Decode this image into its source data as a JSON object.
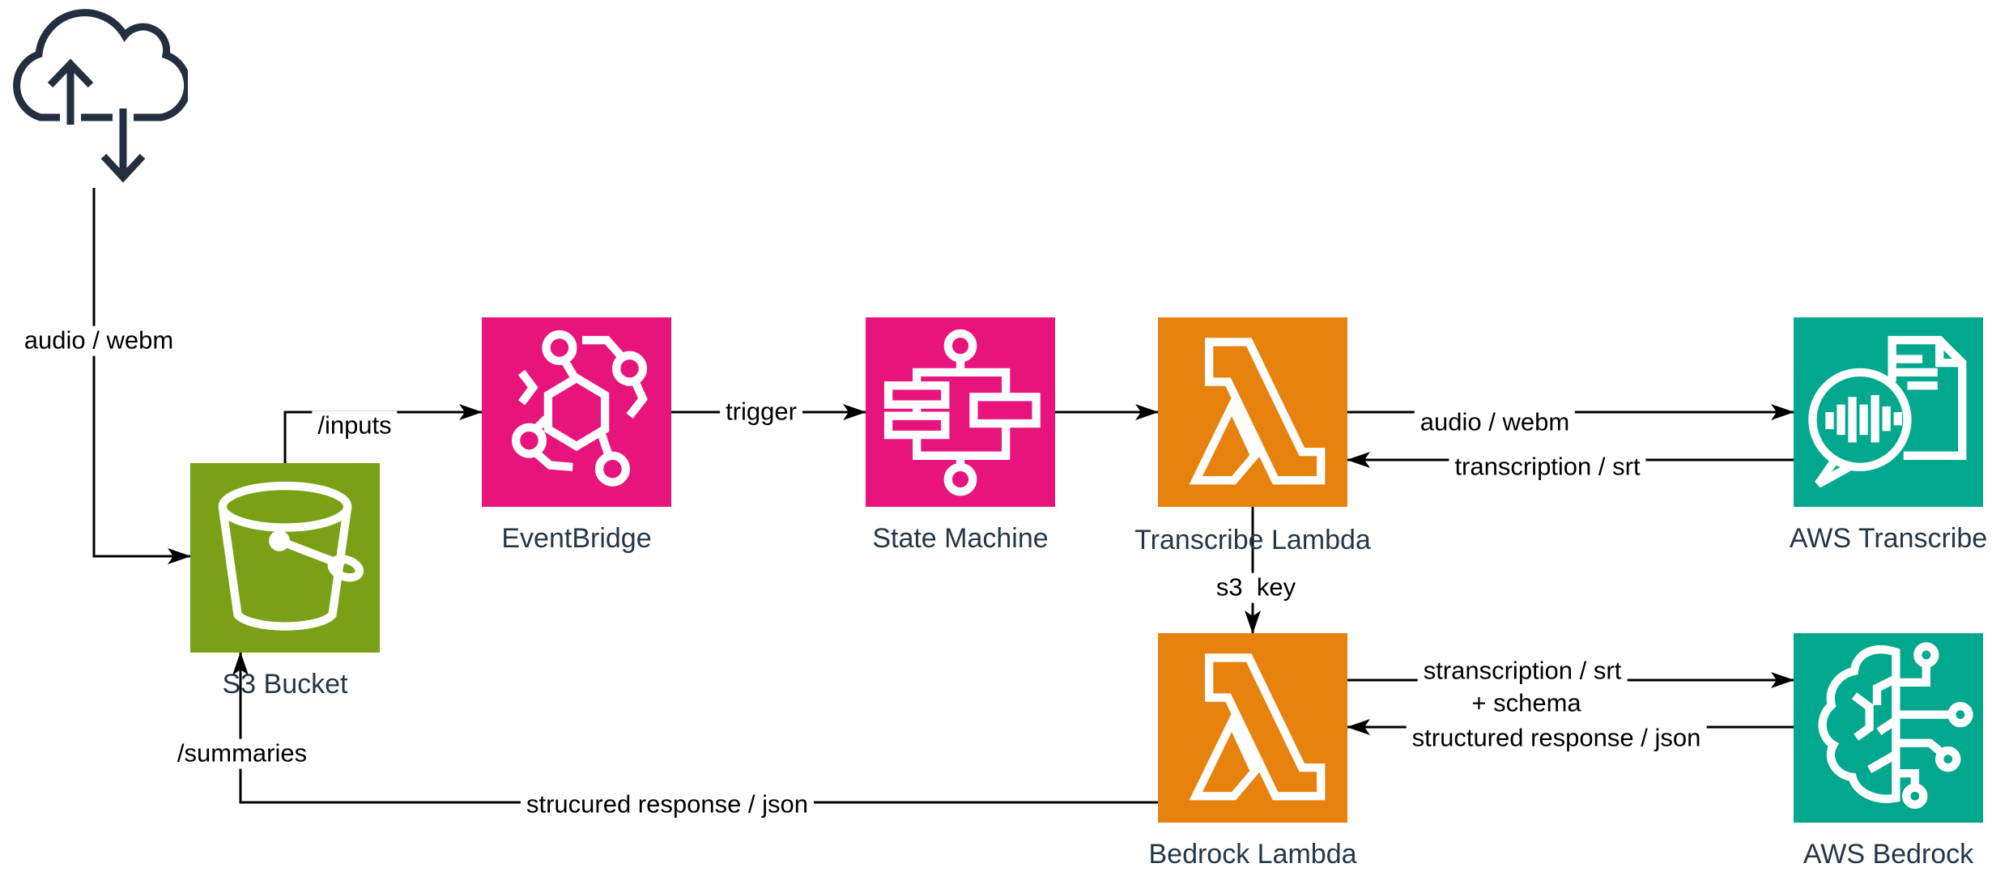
{
  "diagram": {
    "background_color": "#ffffff",
    "line_color": "#000000",
    "node_label_color": "#253746",
    "edge_label_color": "#000000",
    "nodes": {
      "cloud": {
        "icon": "cloud-upload-download-icon",
        "color": "#232F3E"
      },
      "s3": {
        "label": "S3 Bucket",
        "color": "#7AA116",
        "icon": "s3-bucket-icon"
      },
      "eventbridge": {
        "label": "EventBridge",
        "color": "#E7157B",
        "icon": "eventbridge-icon"
      },
      "state_machine": {
        "label": "State Machine",
        "color": "#E7157B",
        "icon": "state-machine-icon"
      },
      "transcribe_lambda": {
        "label": "Transcribe Lambda",
        "color": "#E8820E",
        "icon": "lambda-icon"
      },
      "aws_transcribe": {
        "label": "AWS Transcribe",
        "color": "#01A88D",
        "icon": "transcribe-speech-icon"
      },
      "bedrock_lambda": {
        "label": "Bedrock Lambda",
        "color": "#E8820E",
        "icon": "lambda-icon"
      },
      "aws_bedrock": {
        "label": "AWS Bedrock",
        "color": "#01A88D",
        "icon": "bedrock-brain-circuit-icon"
      }
    },
    "edges": {
      "cloud_to_s3": {
        "label": "audio / webm"
      },
      "s3_to_eventbridge": {
        "label": "/inputs"
      },
      "eventbridge_to_state_machine": {
        "label": "trigger"
      },
      "transcribe_lambda_to_aws_transcribe": {
        "label": "audio / webm"
      },
      "aws_transcribe_to_transcribe_lambda": {
        "label": "transcription / srt"
      },
      "transcribe_lambda_to_bedrock_lambda": {
        "label": "s3  key"
      },
      "bedrock_lambda_to_aws_bedrock": {
        "label_line1": "stranscription / srt",
        "label_line2": "+ schema"
      },
      "aws_bedrock_to_bedrock_lambda": {
        "label": "structured response / json"
      },
      "bedrock_lambda_to_s3": {
        "label": "strucured response / json",
        "branch_label": "/summaries"
      }
    }
  }
}
